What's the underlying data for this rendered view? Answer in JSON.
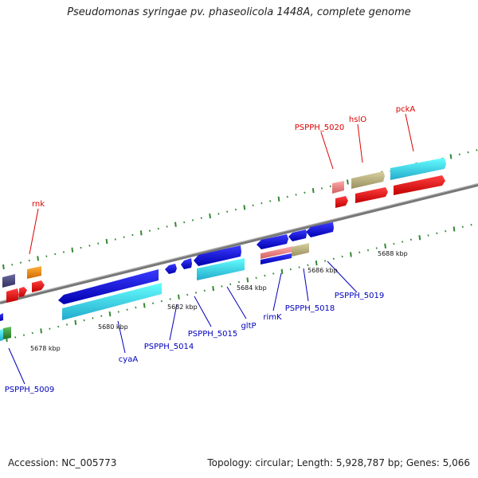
{
  "title": "Pseudomonas syringae pv. phaseolicola 1448A, complete genome",
  "footer": {
    "accession": "Accession: NC_005773",
    "stats": "Topology: circular; Length: 5,928,787 bp; Genes: 5,066"
  },
  "colors": {
    "backbone": "#888888",
    "tick": "#338833",
    "red_label": "#dd0000",
    "blue_label": "#0000bb"
  },
  "kbp_labels": [
    "5678 kbp",
    "5680 kbp",
    "5682 kbp",
    "5684 kbp",
    "5686 kbp",
    "5688 kbp"
  ],
  "gene_labels_top": [
    "rnk",
    "PSPPH_5020",
    "hslO",
    "pckA"
  ],
  "gene_labels_bottom": [
    "PSPPH_5009",
    "cyaA",
    "PSPPH_5014",
    "PSPPH_5015",
    "gltP",
    "rimK",
    "PSPPH_5018",
    "PSPPH_5019"
  ]
}
